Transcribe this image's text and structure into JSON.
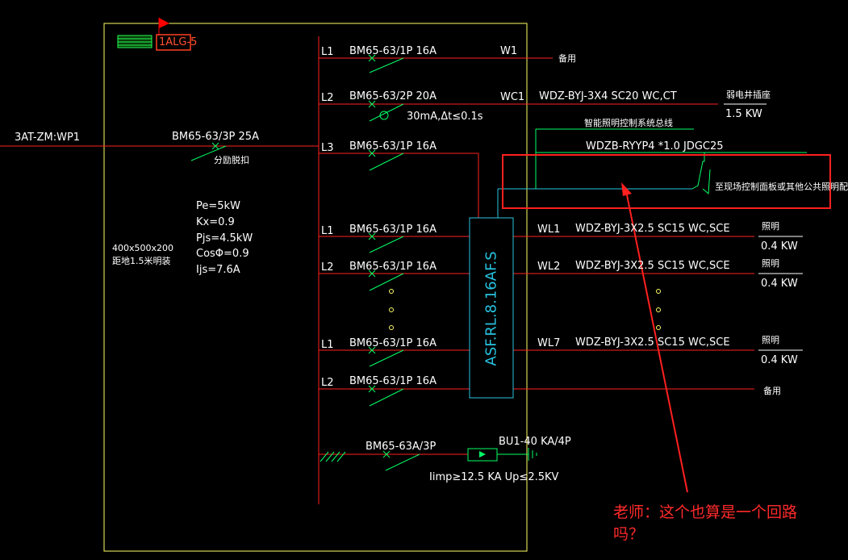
{
  "panel": {
    "id": "1ALG-5",
    "size_note_line1": "400x500x200",
    "size_note_line2": "距地1.5米明装"
  },
  "incoming": {
    "source": "3AT-ZM:WP1",
    "breaker": "BM65-63/3P 25A",
    "breaker_note": "分励脱扣"
  },
  "params": {
    "pe": "Pe=5kW",
    "kx": "Kx=0.9",
    "pjs": "Pjs=4.5kW",
    "cos": "CosΦ=0.9",
    "ijs": "Ijs=7.6A"
  },
  "circuits": [
    {
      "phase": "L1",
      "breaker": "BM65-63/1P 16A",
      "id": "W1",
      "cable": "",
      "load": "备用",
      "power": ""
    },
    {
      "phase": "L2",
      "breaker": "BM65-63/2P 20A",
      "rcd": "30mA,Δt≤0.1s",
      "id": "WC1",
      "cable": "WDZ-BYJ-3X4  SC20  WC,CT",
      "load": "弱电井插座",
      "power": "1.5 KW"
    },
    {
      "phase": "L3",
      "breaker": "BM65-63/1P 16A",
      "id": "",
      "cable": "",
      "load": "",
      "power": ""
    },
    {
      "phase": "L1",
      "breaker": "BM65-63/1P 16A",
      "id": "WL1",
      "cable": "WDZ-BYJ-3X2.5  SC15  WC,SCE",
      "load": "照明",
      "power": "0.4 KW"
    },
    {
      "phase": "L2",
      "breaker": "BM65-63/1P 16A",
      "id": "WL2",
      "cable": "WDZ-BYJ-3X2.5  SC15  WC,SCE",
      "load": "照明",
      "power": "0.4 KW"
    },
    {
      "phase": "L1",
      "breaker": "BM65-63/1P 16A",
      "id": "WL7",
      "cable": "WDZ-BYJ-3X2.5  SC15  WC,SCE",
      "load": "照明",
      "power": "0.4 KW"
    },
    {
      "phase": "L2",
      "breaker": "BM65-63/1P 16A",
      "id": "",
      "cable": "",
      "load": "备用",
      "power": ""
    }
  ],
  "control": {
    "title": "智能照明控制系统总线",
    "cable": "WDZB-RYYP4 *1.0  JDGC25",
    "target": "至现场控制面板或其他公共照明配电箱"
  },
  "module": {
    "label": "ASF.RL.8.16AF.S"
  },
  "spd": {
    "breaker": "BM65-63A/3P",
    "device": "BU1-40 KA/4P",
    "spec": "Iimp≥12.5 KA  Up≤2.5KV"
  },
  "annotation": {
    "line1": "老师：这个也算是一个回路",
    "line2": "吗？"
  },
  "colors": {
    "frame": "#ffff66",
    "bus": "#ff2020",
    "breaker": "#00ff66",
    "module": "#27c3e0",
    "annotation": "#ff2a2a"
  }
}
